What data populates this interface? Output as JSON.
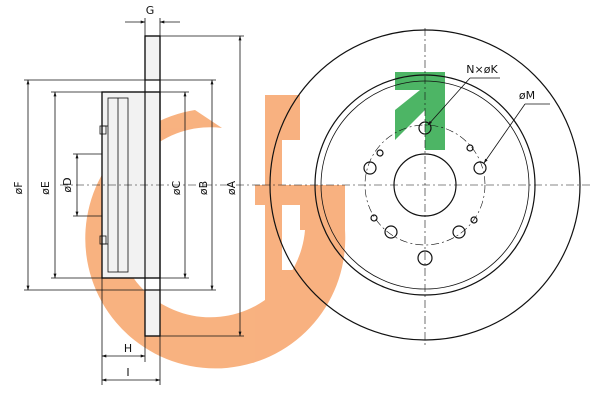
{
  "labels": {
    "G": "G",
    "F": "øF",
    "E": "øE",
    "D": "øD",
    "C": "øC",
    "B": "øB",
    "A": "øA",
    "H": "H",
    "I": "I",
    "NK": "N×øK",
    "M": "øM"
  },
  "colors": {
    "stroke": "#111111",
    "logo_orange": "#f7a46a",
    "logo_green": "#2ea84a"
  }
}
